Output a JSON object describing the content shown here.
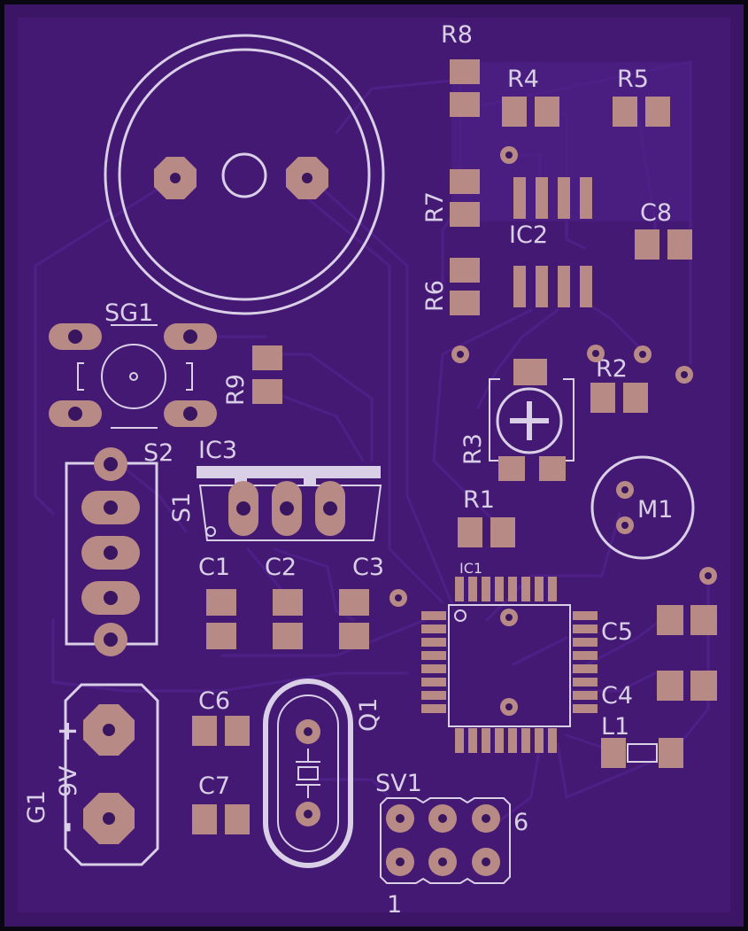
{
  "colors": {
    "board_border": "#0a0612",
    "board": "#3c1566",
    "copper_pour": "#4b1d80",
    "trace": "#4e1f86",
    "silkscreen": "#d9cfe6",
    "pad": "#b88a86"
  },
  "labels": {
    "r8": "R8",
    "r4": "R4",
    "r5": "R5",
    "r7": "R7",
    "c8": "C8",
    "ic2": "IC2",
    "r6": "R6",
    "sg1": "SG1",
    "r9": "R9",
    "r2": "R2",
    "r3": "R3",
    "s2": "S2",
    "ic3": "IC3",
    "s1": "S1",
    "m1": "M1",
    "r1": "R1",
    "c1": "C1",
    "c2": "C2",
    "c3": "C3",
    "ic1": "IC1",
    "c5": "C5",
    "c4": "C4",
    "c6": "C6",
    "q1": "Q1",
    "l1": "L1",
    "g1": "G1",
    "battery_plus": "+",
    "battery_voltage": "9V",
    "battery_minus": "-",
    "c7": "C7",
    "sv1": "SV1",
    "sv1_pin6": "6",
    "sv1_pin1": "1"
  }
}
